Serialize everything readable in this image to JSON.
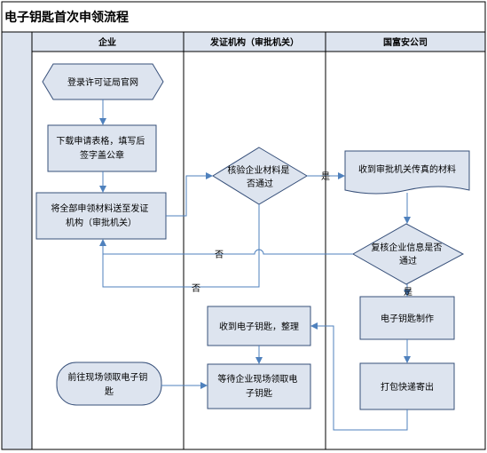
{
  "title": "电子钥匙首次申领流程",
  "lanes": {
    "enterprise": "企业",
    "issuer": "发证机构（审批机关）",
    "guofuan": "国富安公司"
  },
  "nodes": {
    "login": [
      "登录许可证局官网"
    ],
    "download": [
      "下载申请表格，填写后",
      "签字盖公章"
    ],
    "send_materials": [
      "将全部申领材料送至发证",
      "机构（审批机关）"
    ],
    "verify": [
      "核验企业材料是",
      "否通过"
    ],
    "receive_fax": [
      "收到审批机关传真的材料"
    ],
    "recheck": [
      "复核企业信息是否",
      "通过"
    ],
    "make_key": [
      "电子钥匙制作"
    ],
    "ship": [
      "打包快递寄出"
    ],
    "receive_key": [
      "收到电子钥匙，整理"
    ],
    "wait_pickup": [
      "等待企业现场领取电",
      "子钥匙"
    ],
    "go_pickup": [
      "前往现场领取电子钥",
      "匙"
    ]
  },
  "edge_labels": {
    "yes_1": "是",
    "yes_2": "是",
    "no_1": "否",
    "no_2": "否"
  },
  "colors": {
    "box_fill": "#dde4ef",
    "box_stroke": "#37507a",
    "edge": "#4f81bd",
    "title_fill": "#ffffff",
    "lane_gray": "#dde4ef"
  }
}
